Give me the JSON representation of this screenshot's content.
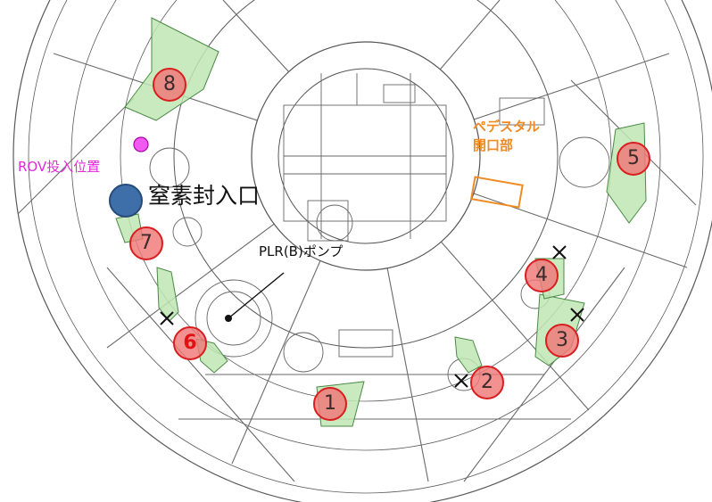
{
  "colors": {
    "line": "#5a5a5a",
    "area_fill": "#bfe6b4",
    "area_stroke": "#4a8a45",
    "marker_fill": "#f07878",
    "marker_stroke": "#d81e1e",
    "rov_label": "#e22ad8",
    "nitrogen_port": "#3f6fa8",
    "pedestal_label": "#f08a22"
  },
  "labels": {
    "rov_point": "ROV投入位置",
    "nitrogen_inlet": "窒素封入口",
    "pedestal_opening": [
      "ペデスタル",
      "開口部"
    ],
    "plr_pump": "PLR(B)ポンプ"
  },
  "markers": [
    {
      "id": "1",
      "emphasis": false
    },
    {
      "id": "2",
      "emphasis": false
    },
    {
      "id": "3",
      "emphasis": false
    },
    {
      "id": "4",
      "emphasis": false
    },
    {
      "id": "5",
      "emphasis": false
    },
    {
      "id": "6",
      "emphasis": true
    },
    {
      "id": "7",
      "emphasis": false
    },
    {
      "id": "8",
      "emphasis": false
    }
  ]
}
